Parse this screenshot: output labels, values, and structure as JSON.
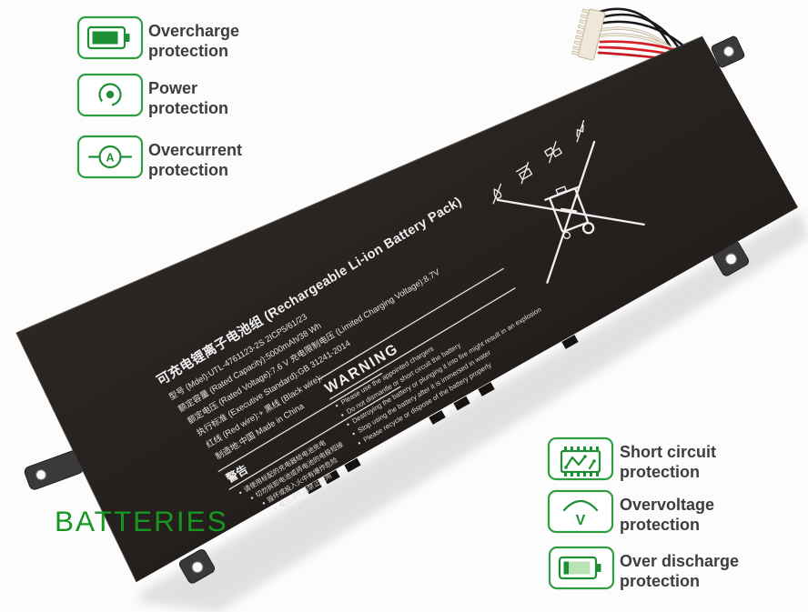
{
  "scene": {
    "background": "#fcfcfc"
  },
  "watermark": {
    "text": "BATTERIES",
    "color": "#179623"
  },
  "accent": {
    "green": "#2f9e41",
    "icon_green": "#1f8f35",
    "label_text": "#3d3d3d"
  },
  "badges_left": [
    {
      "icon": "battery-full-icon",
      "line1": "Overcharge",
      "line2": "protection"
    },
    {
      "icon": "power-ring-icon",
      "line1": "Power",
      "line2": "protection"
    },
    {
      "icon": "ammeter-icon",
      "glyph": "A",
      "line1": "Overcurrent",
      "line2": "protection"
    }
  ],
  "badges_right": [
    {
      "icon": "circuit-chip-icon",
      "line1": "Short circuit",
      "line2": "protection"
    },
    {
      "icon": "voltmeter-icon",
      "glyph": "V",
      "line1": "Overvoltage",
      "line2": "protection"
    },
    {
      "icon": "battery-empty-icon",
      "line1": "Over discharge",
      "line2": "protection"
    }
  ],
  "battery": {
    "colors": {
      "body": "#282320",
      "wire_red": "#d41f26",
      "wire_black": "#1a1a1a",
      "wire_white": "#efe8da"
    },
    "label": {
      "title": "可充电锂离子电池组 (Rechargeable Li-ion Battery Pack)",
      "model": "型号 (Mdel):UTL-4761123-2S    2ICP5/61/23",
      "capacity": "额定容量 (Rated Capacity):5000mAh/38 Wh",
      "voltage": "额定电压 (Rated Voltage):7.6 V    充电限制电压 (Limited Charging Voltage):8.7V",
      "standard": "执行标准 (Executive Standard):GB 31241-2014",
      "wires": "红线 (Red wire):+      黑线 (Black wire):-",
      "origin": "制造地:中国   Made in China",
      "warning_cn": {
        "title": "警告",
        "items": [
          "请使用标配的充电器给电池充电",
          "切勿拆卸电池或将电池的电极短接",
          "毁坏或投入火中有爆炸危险",
          "电池浸水后禁止使用",
          "请正确回收或处理"
        ]
      },
      "warning_en": {
        "title": "WARNING",
        "items": [
          "Please use the appointed chargers",
          "Do not dismantle or short circuit the battery",
          "Destroying the battery or plunging it into fire might result in an explosion",
          "Stop using the battery after it is immersed in water",
          "Please recycle or dispose of the battery properly"
        ]
      }
    }
  }
}
